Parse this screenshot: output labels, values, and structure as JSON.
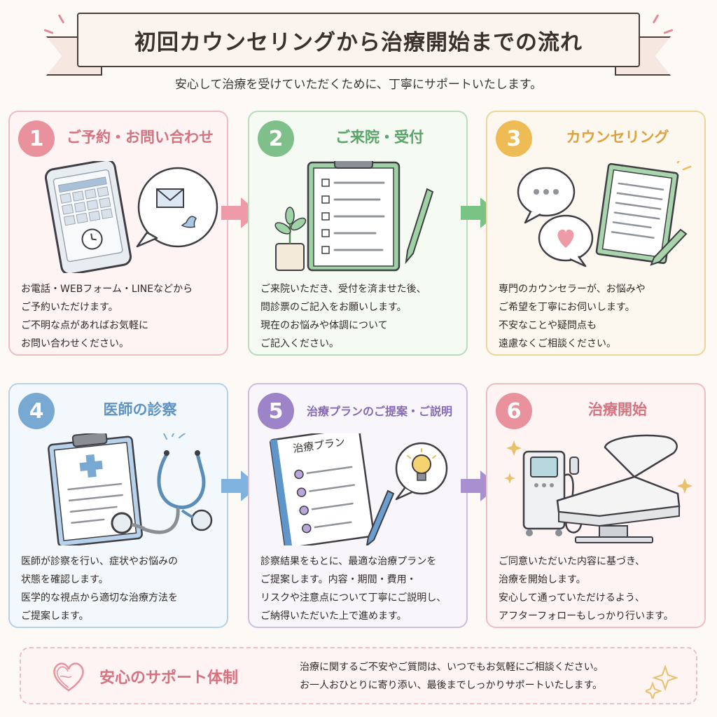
{
  "header": {
    "title": "初回カウンセリングから治療開始までの流れ",
    "subtitle": "安心して治療を受けていただくために、丁寧にサポートいたします。"
  },
  "steps": [
    {
      "number": "1",
      "title": "ご予約・お問い合わせ",
      "icon": "smartphone-calendar-icon",
      "lines": [
        "お電話・WEBフォーム・LINEなどから",
        "ご予約いただけます。",
        "ご不明な点があればお気軽に",
        "お問い合わせください。"
      ]
    },
    {
      "number": "2",
      "title": "ご来院・受付",
      "icon": "clipboard-checklist-icon",
      "lines": [
        "ご来院いただき、受付を済ませた後、",
        "問診票のご記入をお願いします。",
        "現在のお悩みや体調について",
        "ご記入ください。"
      ]
    },
    {
      "number": "3",
      "title": "カウンセリング",
      "icon": "chat-bubbles-icon",
      "lines": [
        "専門のカウンセラーが、お悩みや",
        "ご希望を丁寧にお伺いします。",
        "不安なことや疑問点も",
        "遠慮なくご相談ください。"
      ]
    },
    {
      "number": "4",
      "title": "医師の診察",
      "icon": "stethoscope-icon",
      "lines": [
        "医師が診察を行い、症状やお悩みの",
        "状態を確認します。",
        "医学的な視点から適切な治療方法を",
        "ご提案します。"
      ]
    },
    {
      "number": "5",
      "title": "治療プランのご提案・ご説明",
      "icon": "treatment-plan-icon",
      "plan_label": "治療プラン",
      "lines": [
        "診察結果をもとに、最適な治療プランを",
        "ご提案します。内容・期間・費用・",
        "リスクや注意点について丁寧にご説明し、",
        "ご納得いただいた上で進めます。"
      ]
    },
    {
      "number": "6",
      "title": "治療開始",
      "icon": "treatment-chair-icon",
      "lines": [
        "ご同意いただいた内容に基づき、",
        "治療を開始します。",
        "安心して通っていただけるよう、",
        "アフターフォローもしっかり行います。"
      ]
    }
  ],
  "support": {
    "label": "安心のサポート体制",
    "lines": [
      "治療に関するご不安やご質問は、いつでもお気軽にご相談ください。",
      "お一人おひとりに寄り添い、最後までしっかりサポートいたします。"
    ]
  },
  "colors": {
    "pink": "#e9919d",
    "green": "#7fc08a",
    "yellow": "#efbb55",
    "blue": "#78a9d2",
    "purple": "#9d83c7"
  }
}
